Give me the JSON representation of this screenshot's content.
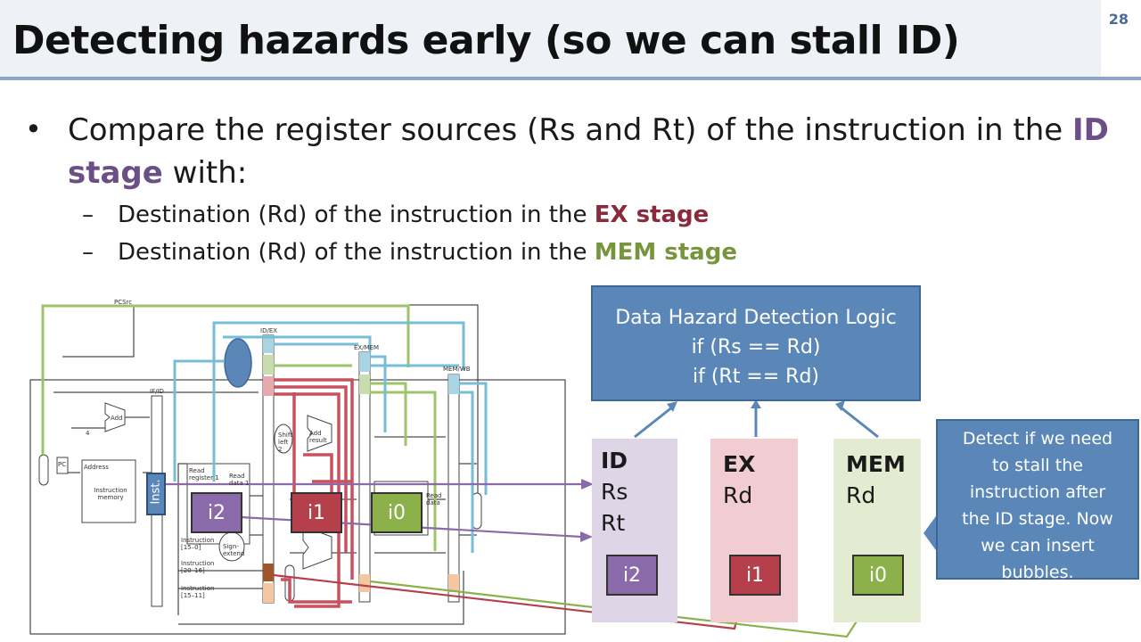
{
  "slide": {
    "title": "Detecting hazards early (so we can stall ID)",
    "number": "28"
  },
  "bullet": {
    "text_before": "Compare the register sources (Rs and Rt) of the instruction in the ",
    "highlight": "ID stage",
    "text_after": " with:",
    "subs": [
      {
        "text": "Destination (Rd) of the instruction in the ",
        "highlight": "EX stage"
      },
      {
        "text": "Destination (Rd) of the instruction in the ",
        "highlight": "MEM stage"
      }
    ]
  },
  "logic_box": {
    "line1": "Data Hazard Detection Logic",
    "line2": "if (Rs == Rd)",
    "line3": "if (Rt == Rd)"
  },
  "stages": {
    "id": {
      "name": "ID",
      "reg1": "Rs",
      "reg2": "Rt",
      "chip": "i2"
    },
    "ex": {
      "name": "EX",
      "reg1": "Rd",
      "chip": "i1"
    },
    "mem": {
      "name": "MEM",
      "reg1": "Rd",
      "chip": "i0"
    }
  },
  "callout": {
    "lines": [
      "Detect if we need",
      "to stall the",
      "instruction after",
      "the ID stage. Now",
      "we can insert",
      "bubbles."
    ]
  },
  "pipeline": {
    "inst_label": "Inst.",
    "chips": [
      "i2",
      "i1",
      "i0"
    ],
    "labels": {
      "pcsrc": "PCSrc",
      "if_id": "IF/ID",
      "id_ex": "ID/EX",
      "ex_mem": "EX/MEM",
      "mem_wb": "MEM/WB",
      "add": "Add",
      "add_result": "Add result",
      "shift": "Shift left 2",
      "pc": "PC",
      "address": "Address",
      "imem": "Instruction memory",
      "read_reg1": "Read register 1",
      "read_data1": "Read data 1",
      "sign_extend": "Sign-extend",
      "read_data": "Read data",
      "instr_15_0": "Instruction [15–0]",
      "instr_20_16": "Instruction [20–16]",
      "instr_15_11": "Instruction [15–11]",
      "four": "4"
    }
  },
  "colors": {
    "purple": "#8a6aa8",
    "red": "#b5404c",
    "green": "#8cb14a",
    "blue_box": "#5b87b8",
    "id_bg": "#ded5e6",
    "ex_bg": "#f1cdd1",
    "mem_bg": "#e3ecd0"
  }
}
